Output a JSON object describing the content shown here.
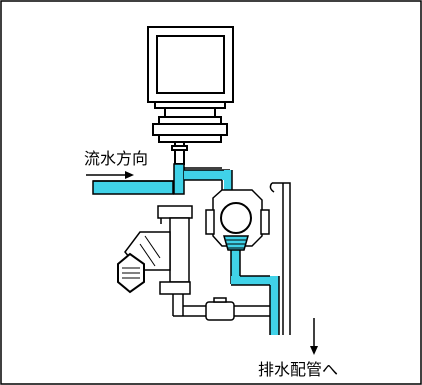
{
  "labels": {
    "flow_direction": "流水方向",
    "drain_pipe": "排水配管へ"
  },
  "colors": {
    "water": "#40D2E8",
    "line": "#000000",
    "background": "#FFFFFF"
  },
  "icons": {
    "flow_arrow": "arrow-right",
    "drain_arrow": "arrow-down"
  }
}
